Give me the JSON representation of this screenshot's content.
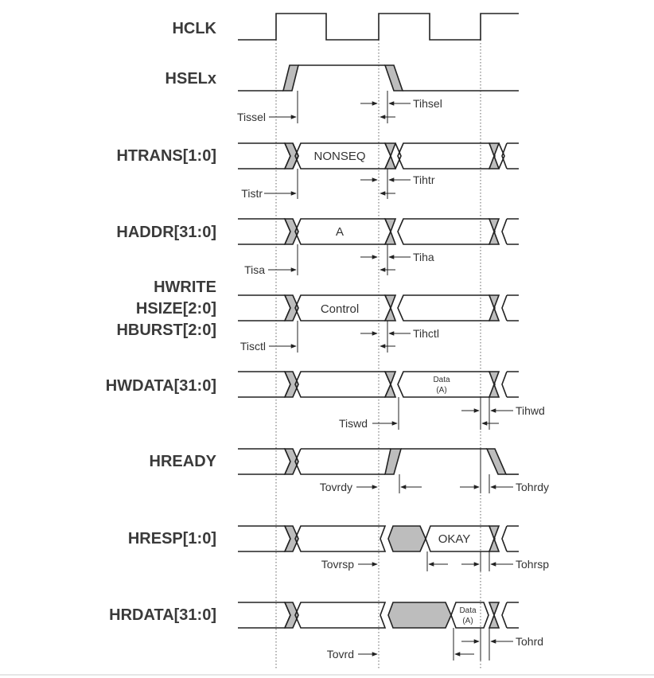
{
  "signals": {
    "hclk": "HCLK",
    "hselx": "HSELx",
    "htrans": "HTRANS[1:0]",
    "haddr": "HADDR[31:0]",
    "hwrite": "HWRITE",
    "hsize": "HSIZE[2:0]",
    "hburst": "HBURST[2:0]",
    "hwdata": "HWDATA[31:0]",
    "hready": "HREADY",
    "hresp": "HRESP[1:0]",
    "hrdata": "HRDATA[31:0]"
  },
  "bus_values": {
    "htrans": "NONSEQ",
    "haddr": "A",
    "control": "Control",
    "hwdata_line1": "Data",
    "hwdata_line2": "(A)",
    "hresp": "OKAY",
    "hrdata_line1": "Data",
    "hrdata_line2": "(A)"
  },
  "timing": {
    "tissel": "Tissel",
    "tihsel": "Tihsel",
    "tistr": "Tistr",
    "tihtr": "Tihtr",
    "tisa": "Tisa",
    "tiha": "Tiha",
    "tisctl": "Tisctl",
    "tihctl": "Tihctl",
    "tiswd": "Tiswd",
    "tihwd": "Tihwd",
    "tovrdy": "Tovrdy",
    "tohrdy": "Tohrdy",
    "tovrsp": "Tovrsp",
    "tohrsp": "Tohrsp",
    "tovrd": "Tovrd",
    "tohrd": "Tohrd"
  }
}
